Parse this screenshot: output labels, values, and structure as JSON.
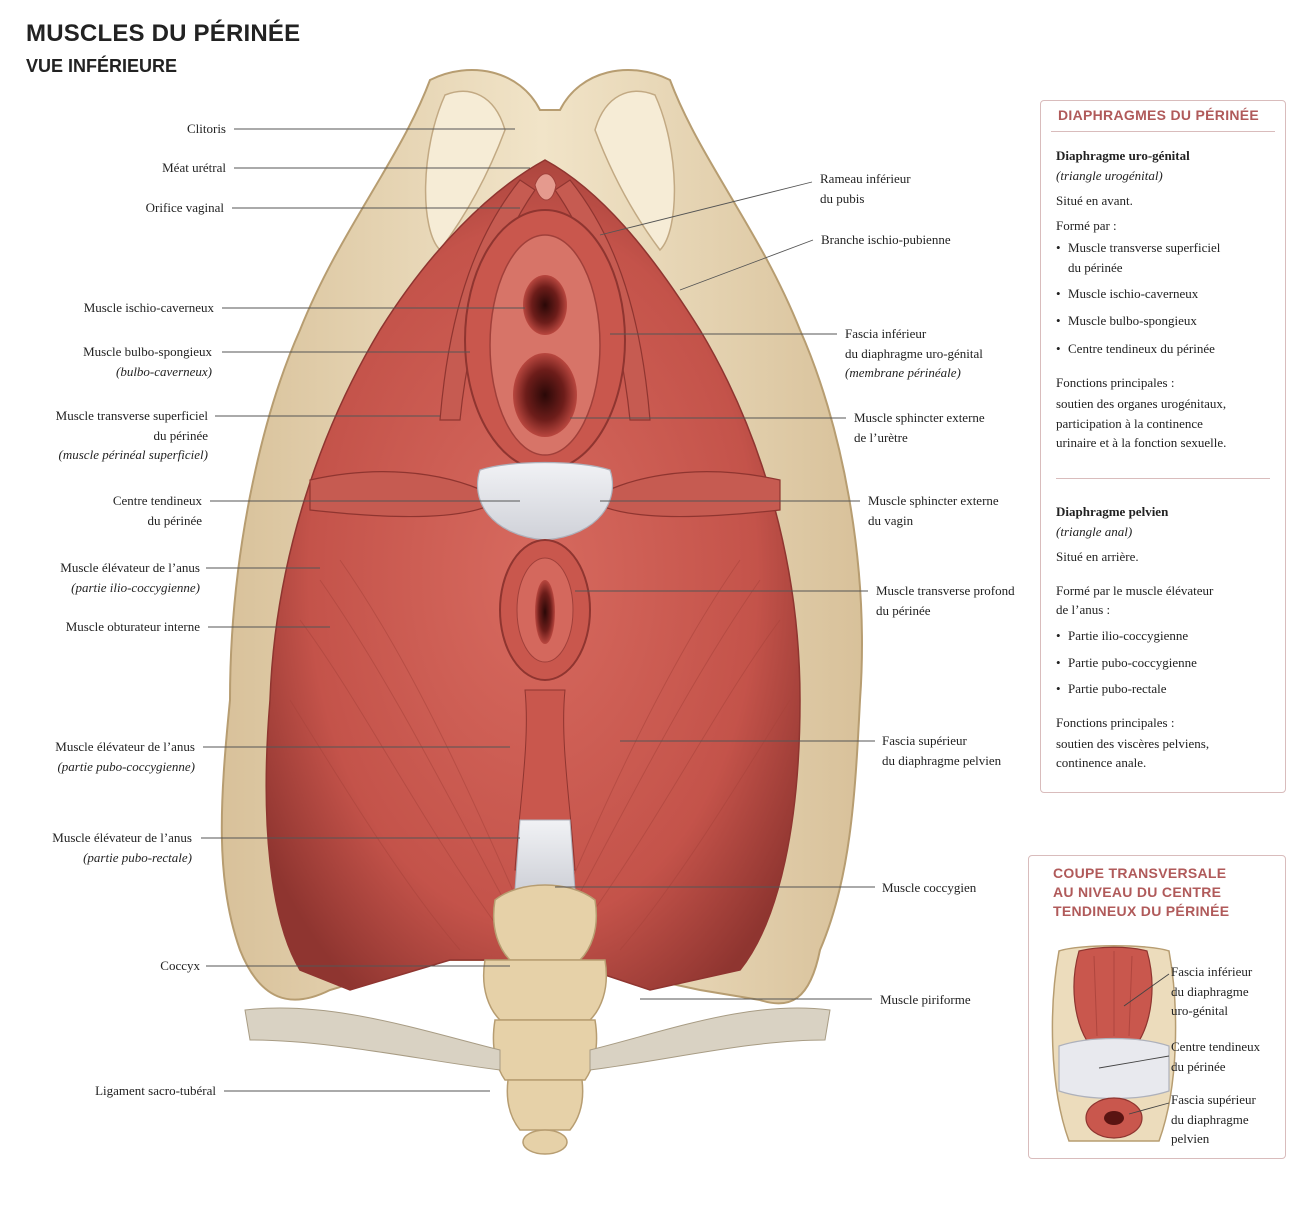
{
  "header": {
    "title": "MUSCLES DU PÉRINÉE",
    "subtitle": "VUE INFÉRIEURE"
  },
  "left_labels": {
    "clitoris": "Clitoris",
    "meat": "Méat urétral",
    "orifice": "Orifice vaginal",
    "ischio": "Muscle ischio-caverneux",
    "bulbo": "Muscle bulbo-spongieux",
    "bulbo_alt": "(bulbo-caverneux)",
    "transverse_1": "Muscle transverse superficiel",
    "transverse_2": "du périnée",
    "transverse_alt": "(muscle périnéal superficiel)",
    "centre_1": "Centre tendineux",
    "centre_2": "du périnée",
    "elev_ilio": "Muscle élévateur de l’anus",
    "elev_ilio_alt": "(partie ilio-coccygienne)",
    "obturateur": "Muscle obturateur interne",
    "elev_pubo": "Muscle élévateur de l’anus",
    "elev_pubo_alt": "(partie pubo-coccygienne)",
    "elev_rect": "Muscle élévateur de l’anus",
    "elev_rect_alt": "(partie pubo-rectale)",
    "coccyx": "Coccyx",
    "ligament": "Ligament sacro-tubéral"
  },
  "right_labels": {
    "rameau_1": "Rameau inférieur",
    "rameau_2": "du pubis",
    "branche": "Branche ischio-pubienne",
    "fascia_inf_1": "Fascia inférieur",
    "fascia_inf_2": "du diaphragme uro-génital",
    "fascia_inf_alt": "(membrane périnéale)",
    "sph_ur_1": "Muscle sphincter externe",
    "sph_ur_2": "de l’urètre",
    "sph_vag_1": "Muscle sphincter externe",
    "sph_vag_2": "du vagin",
    "transv_prof_1": "Muscle transverse profond",
    "transv_prof_2": "du périnée",
    "fascia_sup_1": "Fascia supérieur",
    "fascia_sup_2": "du diaphragme pelvien",
    "coccygien": "Muscle coccygien",
    "piriforme": "Muscle piriforme"
  },
  "info_box": {
    "heading": "DIAPHRAGMES DU PÉRINÉE",
    "uro_title": "Diaphragme uro-génital",
    "uro_sub": "(triangle urogénital)",
    "uro_pos": "Situé en avant.",
    "uro_forme": "Formé par :",
    "uro_items": [
      "Muscle transverse superficiel",
      "du périnée",
      "Muscle ischio-caverneux",
      "Muscle bulbo-spongieux",
      "Centre tendineux du périnée"
    ],
    "uro_fn_title": "Fonctions principales :",
    "uro_fn": [
      "soutien des organes urogénitaux,",
      "participation à la continence",
      "urinaire et à la fonction sexuelle."
    ],
    "pel_title": "Diaphragme pelvien",
    "pel_sub": "(triangle anal)",
    "pel_pos": "Situé en arrière.",
    "pel_forme_1": "Formé par le muscle élévateur",
    "pel_forme_2": "de l’anus :",
    "pel_items": [
      "Partie ilio-coccygienne",
      "Partie pubo-coccygienne",
      "Partie pubo-rectale"
    ],
    "pel_fn_title": "Fonctions principales :",
    "pel_fn": [
      "soutien des viscères pelviens,",
      "continence anale."
    ]
  },
  "inset_box": {
    "heading": [
      "COUPE TRANSVERSALE",
      "AU NIVEAU DU CENTRE",
      "TENDINEUX DU PÉRINÉE"
    ],
    "labels": {
      "a": [
        "Fascia inférieur",
        "du diaphragme",
        "uro-génital"
      ],
      "b": [
        "Centre tendineux",
        "du périnée"
      ],
      "c": [
        "Fascia supérieur",
        "du diaphragme",
        "pelvien"
      ]
    }
  },
  "colors": {
    "muscle": "#c8574e",
    "muscle_dark": "#9e3b35",
    "bone": "#e8d7b5",
    "tendon": "#e5e6ea",
    "accent": "#b05a5a",
    "box_border": "#d9bcbc"
  }
}
